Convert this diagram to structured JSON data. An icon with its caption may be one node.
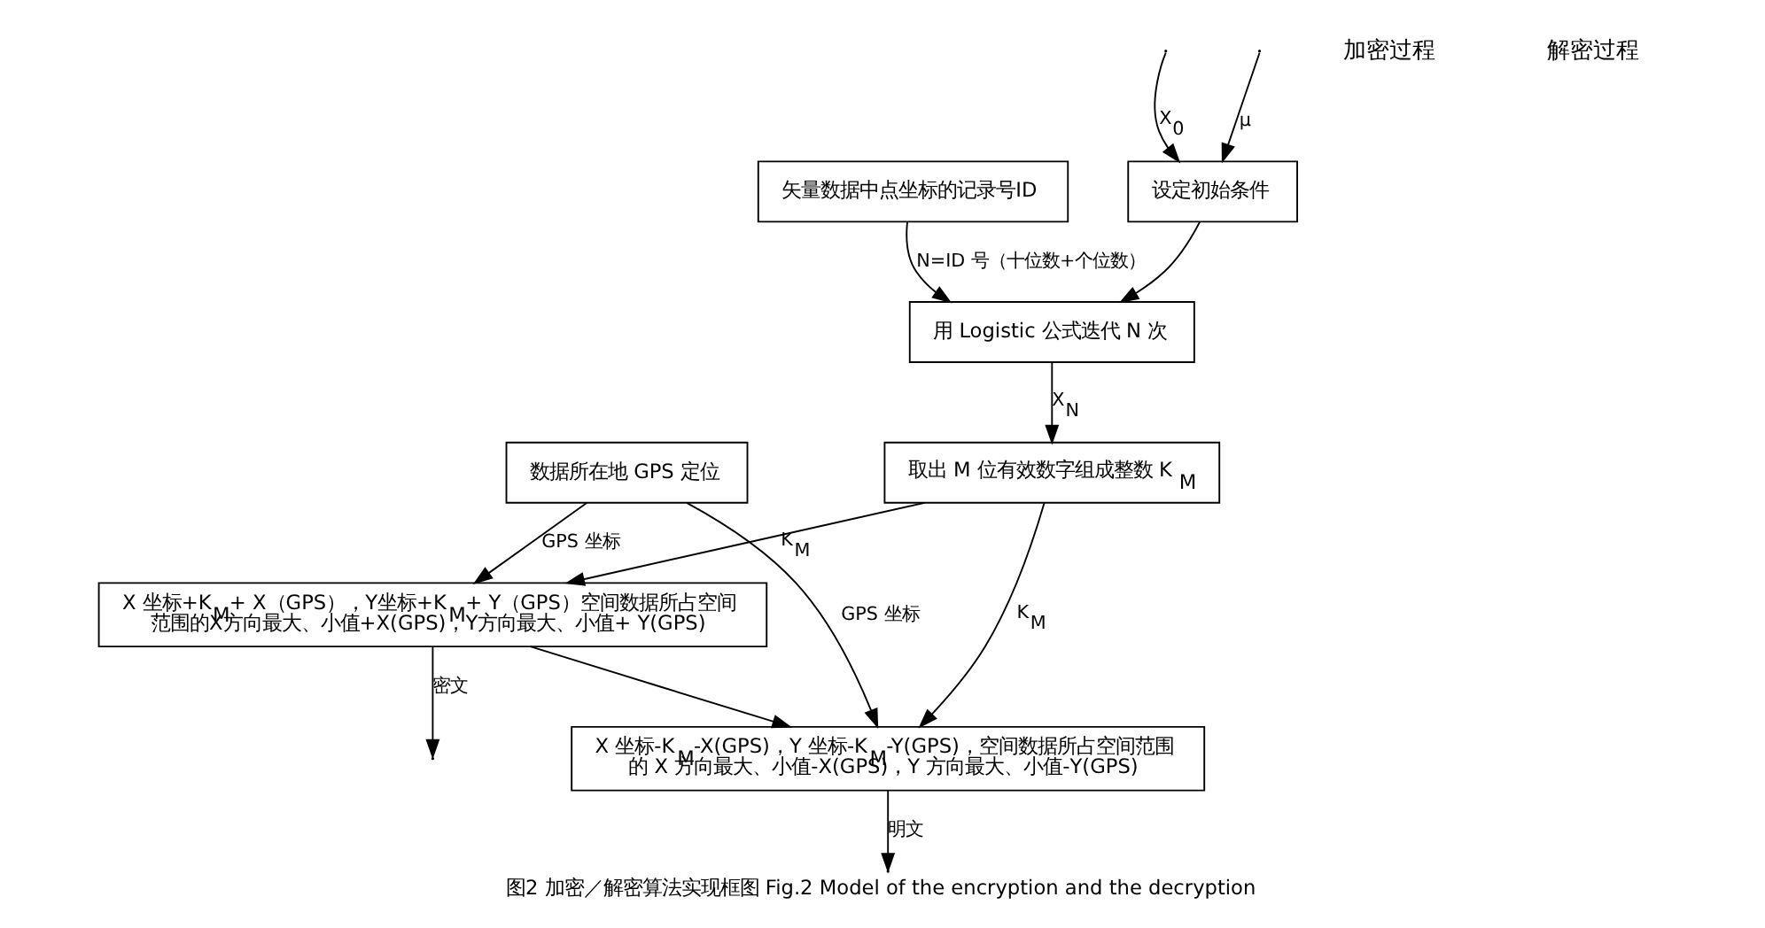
{
  "diagram": {
    "caption": "图2 加密／解密算法实现框图 Fig.2 Model of the encryption and the decryption",
    "nodes": [
      {
        "text": [
          "矢量数据中点坐标的记录号ID"
        ]
      },
      {
        "text": [
          "设定初始条件"
        ]
      },
      {
        "text": [
          "用 Logistic 公式迭代 N 次"
        ]
      },
      {
        "text": [
          "取出 M 位有效数字组成整数 K$_{M}$"
        ]
      },
      {
        "text": [
          "数据所在地 GPS 定位"
        ]
      },
      {
        "text": [
          "X 坐标+K$_{M}$+ X（GPS），Y坐标+K$_{M}$+ Y（GPS）空间数据所占空间范围的X方向最大、小值+X(GPS)，Y方向最大、小值+ Y(GPS)"
        ]
      },
      {
        "text": [
          "X 坐标-K$_{M}$-X(GPS)，Y 坐标-K$_{M}$-Y(GPS)，空间数据所占空间范围的 X 方向最大、小值-X(GPS)，Y 方向最大、小值-Y(GPS)"
        ]
      }
    ],
    "edges": [
      {
        "from": null,
        "to": 1,
        "arrow": "to",
        "label": "X$_{0}$"
      },
      {
        "from": null,
        "to": 1,
        "arrow": "to",
        "label": "μ"
      },
      {
        "from": 0,
        "to": 2,
        "arrow": "to",
        "label": "N=ID 号（十位数+个位数）"
      },
      {
        "from": 1,
        "to": 2,
        "arrow": "to"
      },
      {
        "from": 2,
        "to": 3,
        "arrow": "to",
        "label": "X$_{N}$"
      },
      {
        "from": 3,
        "to": 5,
        "arrow": "to",
        "label": "K$_{M}$"
      },
      {
        "from": 4,
        "to": 5,
        "arrow": "to",
        "label": "GPS 坐标"
      },
      {
        "from": 5,
        "to": null,
        "arrow": "to",
        "label": "密文"
      },
      {
        "from": 5,
        "to": 6,
        "arrow": "to"
      },
      {
        "from": 4,
        "to": 6,
        "arrow": "to",
        "label": "GPS 坐标"
      },
      {
        "from": 3,
        "to": 6,
        "arrow": "to",
        "label": "K$_{M}$"
      },
      {
        "from": 6,
        "to": null,
        "arrow": "to",
        "label": "明文"
      }
    ],
    "labels": [
      "加密过程",
      "解密过程"
    ]
  }
}
